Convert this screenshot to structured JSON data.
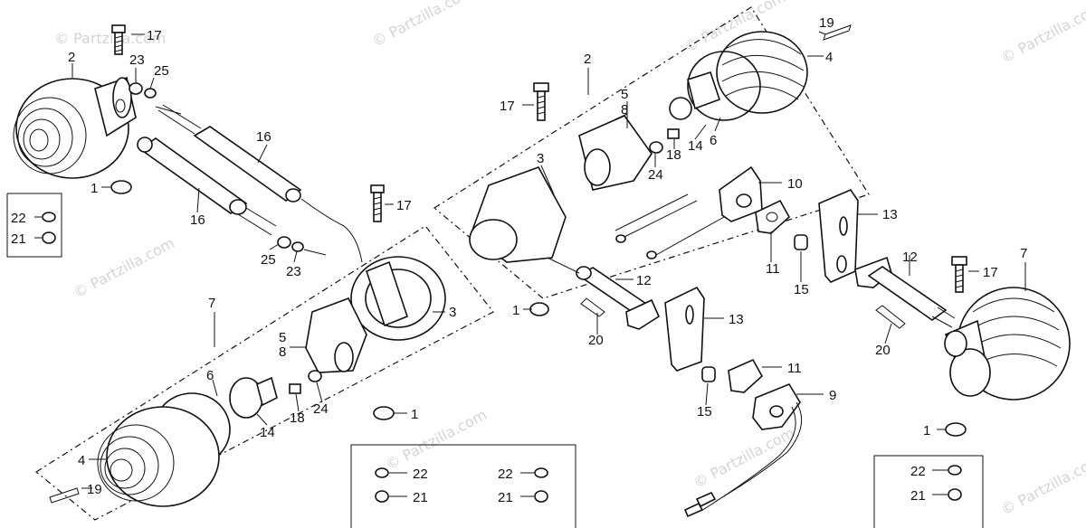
{
  "watermark": {
    "copyright": "© Partzilla.com",
    "text": "© Partzilla.com"
  },
  "callouts": {
    "c17a": "17",
    "c23a": "23",
    "c25a": "25",
    "c2a": "2",
    "c16a": "16",
    "c16b": "16",
    "c1a": "1",
    "c22a": "22",
    "c21a": "21",
    "c25b": "25",
    "c23b": "23",
    "c17b": "17",
    "c2b": "2",
    "c19a": "19",
    "c4a": "4",
    "c17c": "17",
    "c5a": "5",
    "c8a": "8",
    "c14a": "14",
    "c6a": "6",
    "c18a": "18",
    "c24a": "24",
    "c3a": "3",
    "c10": "10",
    "c13a": "13",
    "c11a": "11",
    "c15a": "15",
    "c12a": "12",
    "c7a": "7",
    "c12b": "12",
    "c17d": "17",
    "c1b": "1",
    "c20a": "20",
    "c13b": "13",
    "c20b": "20",
    "c7b": "7",
    "c3b": "3",
    "c5b": "5",
    "c8b": "8",
    "c24b": "24",
    "c18b": "18",
    "c6b": "6",
    "c14b": "14",
    "c11b": "11",
    "c15b": "15",
    "c9": "9",
    "c1c": "1",
    "c4b": "4",
    "c19b": "19",
    "c22b": "22",
    "c21b": "21",
    "c22c": "22",
    "c21c": "21",
    "c1d": "1",
    "c22d": "22",
    "c21d": "21"
  }
}
